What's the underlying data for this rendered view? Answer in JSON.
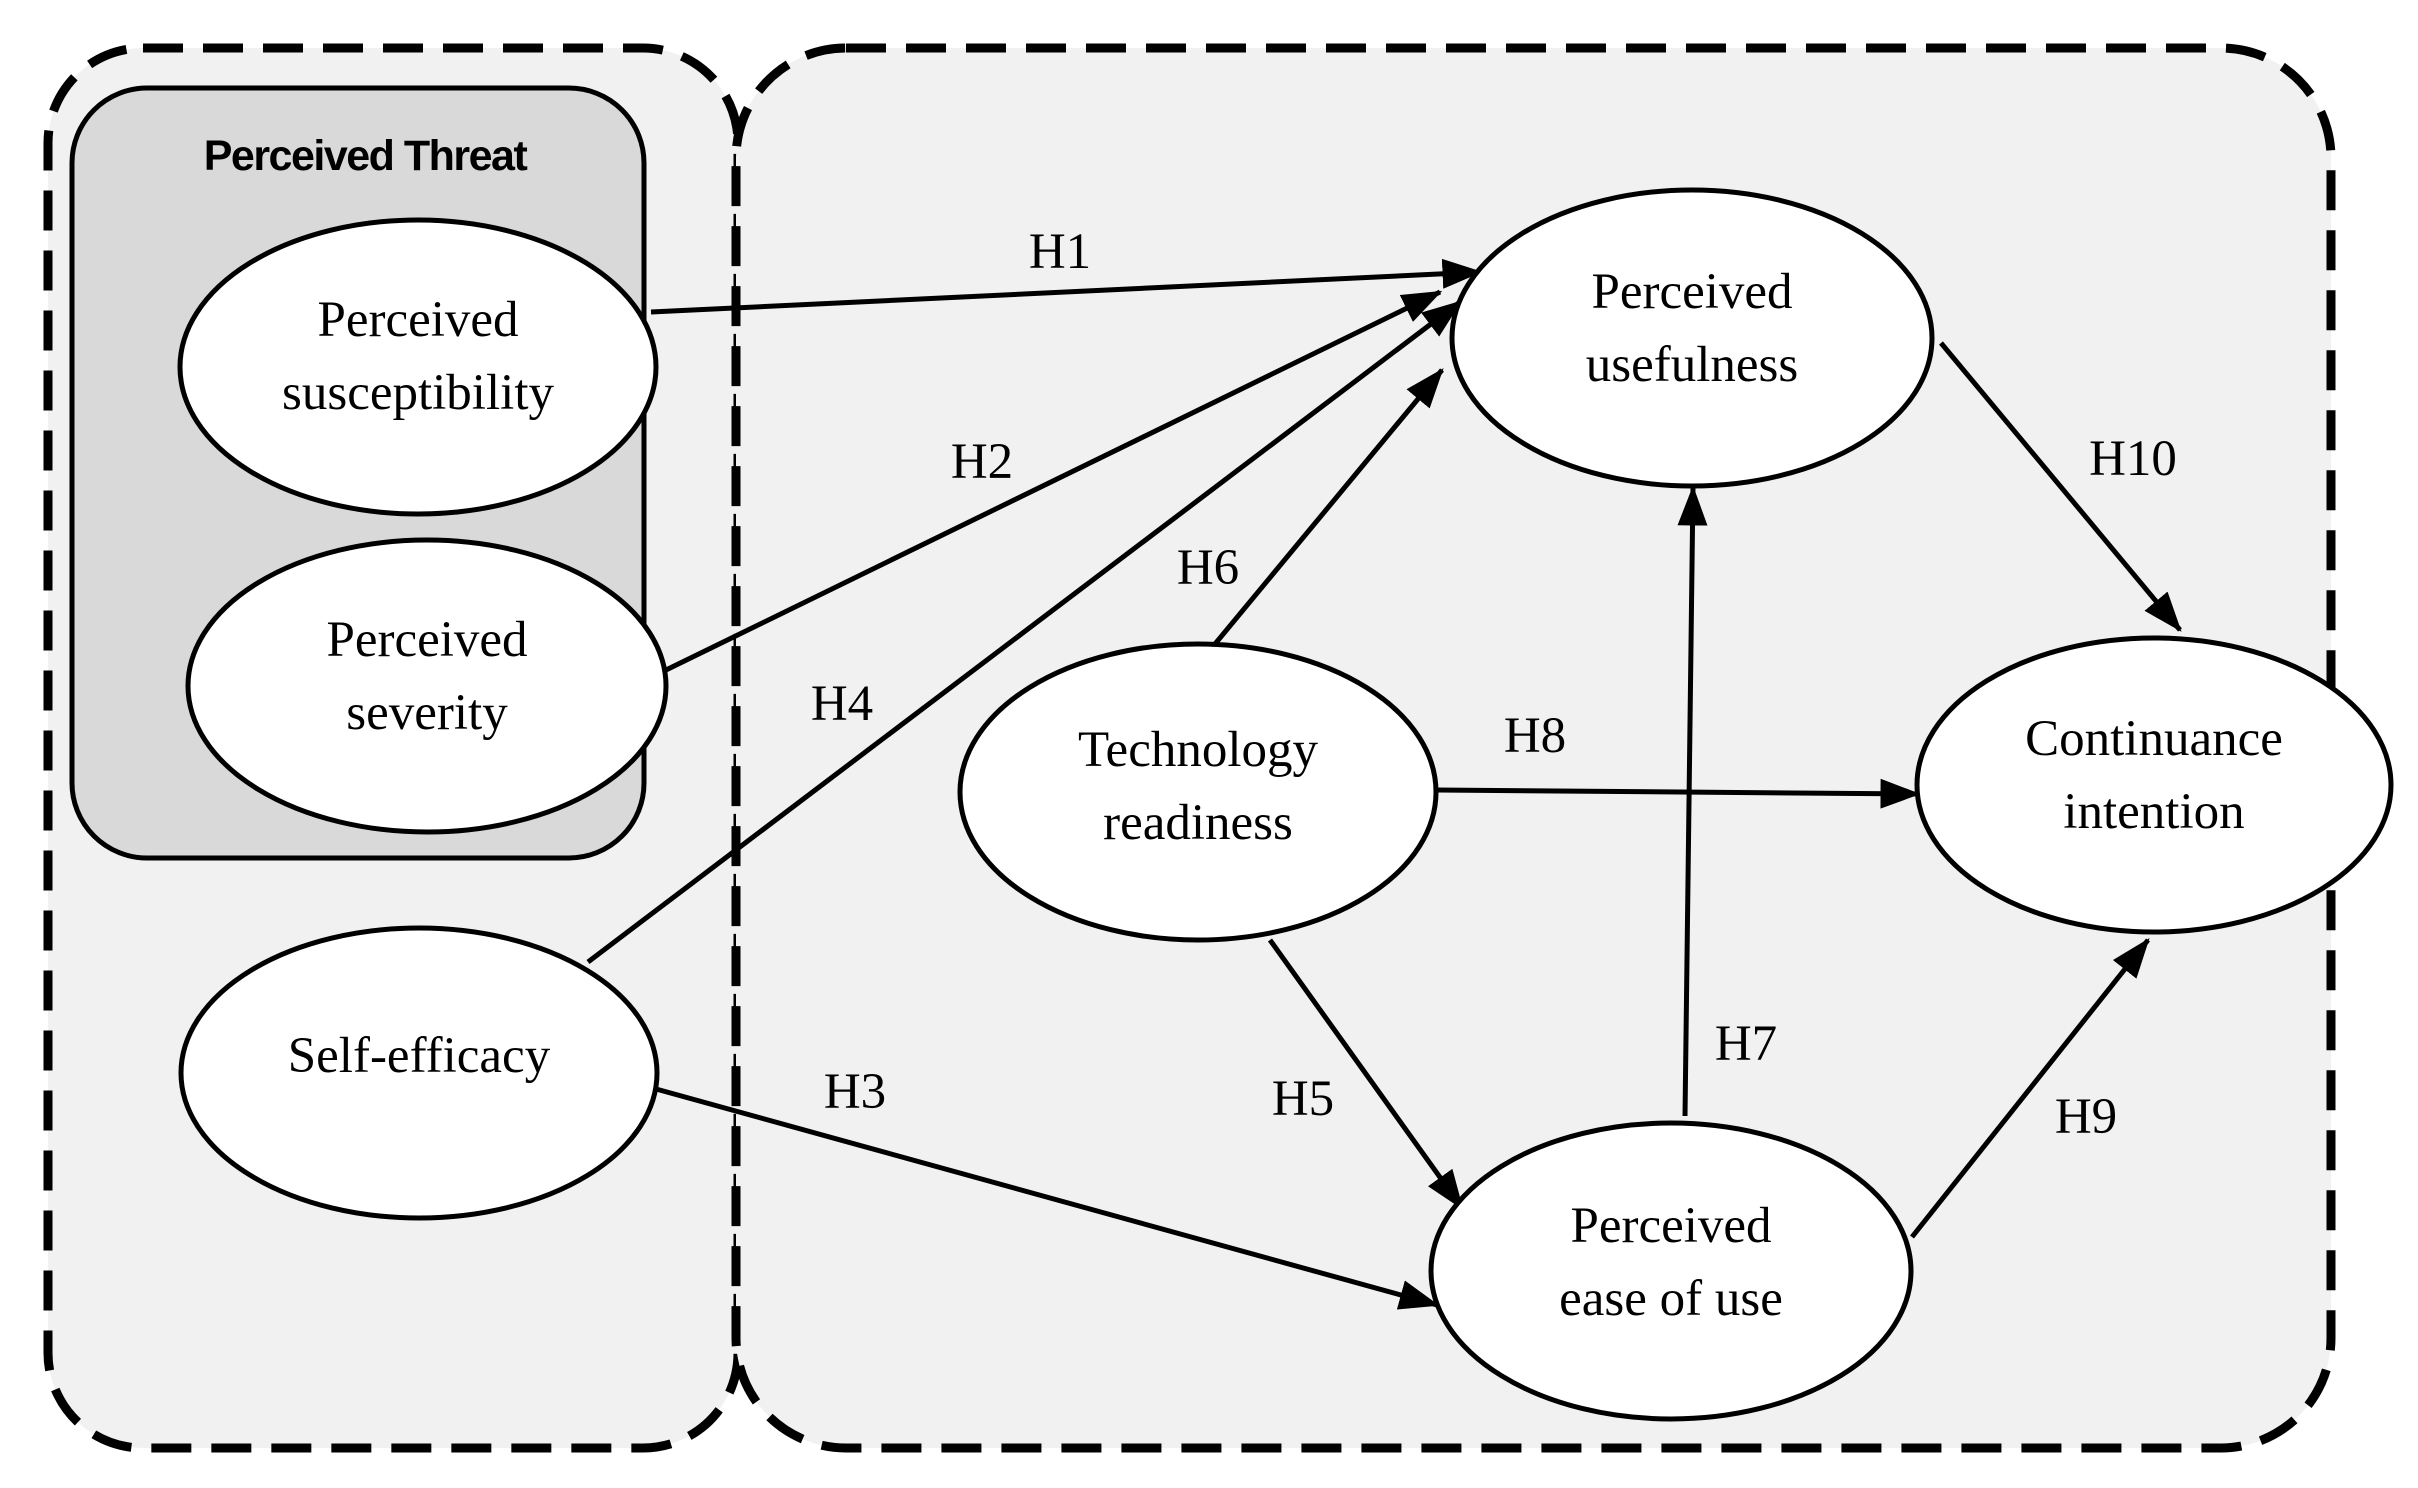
{
  "groups": {
    "perceived_threat_title": "Perceived Threat"
  },
  "constructs": {
    "perceived_susceptibility": [
      "Perceived",
      "susceptibility"
    ],
    "perceived_severity": [
      "Perceived",
      "severity"
    ],
    "self_efficacy": [
      "Self-efficacy"
    ],
    "technology_readiness": [
      "Technology",
      "readiness"
    ],
    "perceived_usefulness": [
      "Perceived",
      "usefulness"
    ],
    "perceived_ease_of_use": [
      "Perceived",
      "ease of use"
    ],
    "continuance_intention": [
      "Continuance",
      "intention"
    ]
  },
  "hypotheses": [
    {
      "id": "H1",
      "from": "perceived_susceptibility",
      "to": "perceived_usefulness"
    },
    {
      "id": "H2",
      "from": "perceived_severity",
      "to": "perceived_usefulness"
    },
    {
      "id": "H3",
      "from": "self_efficacy",
      "to": "perceived_ease_of_use"
    },
    {
      "id": "H4",
      "from": "self_efficacy",
      "to": "perceived_usefulness"
    },
    {
      "id": "H5",
      "from": "technology_readiness",
      "to": "perceived_ease_of_use"
    },
    {
      "id": "H6",
      "from": "technology_readiness",
      "to": "perceived_usefulness"
    },
    {
      "id": "H7",
      "from": "perceived_ease_of_use",
      "to": "perceived_usefulness"
    },
    {
      "id": "H8",
      "from": "technology_readiness",
      "to": "continuance_intention"
    },
    {
      "id": "H9",
      "from": "perceived_ease_of_use",
      "to": "continuance_intention"
    },
    {
      "id": "H10",
      "from": "perceived_usefulness",
      "to": "continuance_intention"
    }
  ]
}
